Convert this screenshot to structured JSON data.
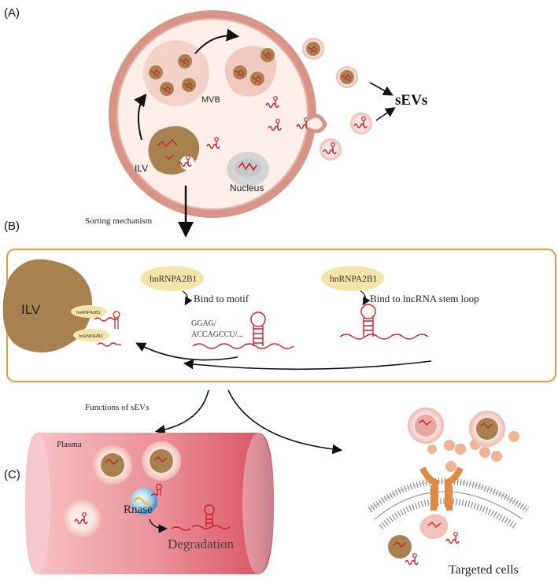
{
  "panels": {
    "a_label": "(A)",
    "b_label": "(B)",
    "c_label": "(C)"
  },
  "cell": {
    "mvb_label": "MVB",
    "ilv_label": "ILV",
    "nucleus_label": "Nucleus",
    "sevs_label": "sEVs"
  },
  "sorting": {
    "mechanism_label": "Sorting mechanism",
    "ilv_label": "ILV",
    "protein_left": "hnRNPA2B1",
    "protein_right": "hnRNPA2B1",
    "bind_motif": "Bind to motif",
    "bind_stemloop": "Bind to lncRNA stem loop",
    "motif_line1": "GGAG/",
    "motif_line2": "ACCAGCCU/...",
    "small_protein1": "hnRNPA2B1",
    "small_protein2": "hnRNPA2B1"
  },
  "functions": {
    "label": "Functions of sEVs",
    "plasma_label": "Plasma",
    "rnase_label": "Rnase",
    "degradation_label": "Degradation",
    "targeted_label": "Targeted cells"
  },
  "colors": {
    "membrane": "#d99488",
    "cytoplasm": "#fcefe9",
    "ilv": "#a8824e",
    "rna": "#cc1f2a",
    "box_border": "#e89a3c",
    "protein": "#f3e4a8",
    "vessel": "#e48a93",
    "receptor": "#e2893f",
    "particle": "#f2b393"
  },
  "icons": [
    "arrow-icon",
    "rna-strand-icon",
    "vesicle-icon",
    "receptor-icon"
  ]
}
